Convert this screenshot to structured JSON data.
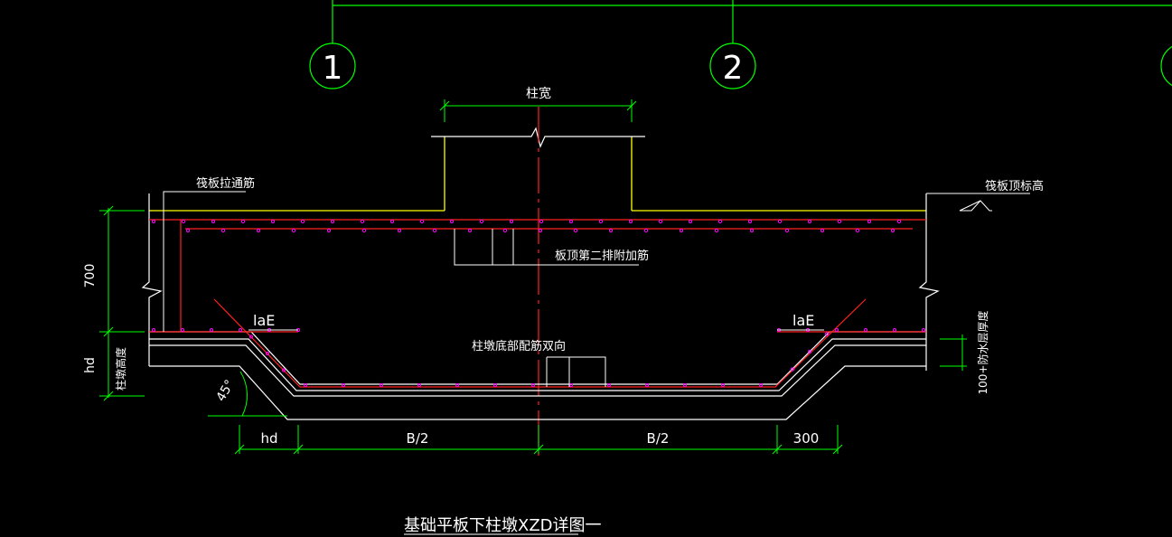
{
  "colors": {
    "background": "#000000",
    "axis": "#00ff00",
    "dimension": "#00ff00",
    "outline": "#ffffff",
    "column": "#ffff00",
    "rebar": "#ff0000",
    "rebar_point": "#ff00ff",
    "text": "#ffffff"
  },
  "axes": {
    "axis_1": "1",
    "axis_2": "2"
  },
  "labels": {
    "column_width": "柱宽",
    "raft_through_rebar": "筏板拉通筋",
    "raft_top_elevation": "筏板顶标高",
    "top_second_row_rebar": "板顶第二排附加筋",
    "pier_bottom_rebar": "柱墩底部配筋双向",
    "lae_left": "laE",
    "lae_right": "laE",
    "angle": "45°",
    "pier_height": "柱墩高度",
    "waterproof_thickness": "100+防水层厚度"
  },
  "dimensions": {
    "slab_thickness": "700",
    "pier_hd": "hd",
    "bottom_hd": "hd",
    "half_b_left": "B/2",
    "half_b_right": "B/2",
    "offset_300": "300"
  },
  "drawing_title": "基础平板下柱墩XZD详图一"
}
